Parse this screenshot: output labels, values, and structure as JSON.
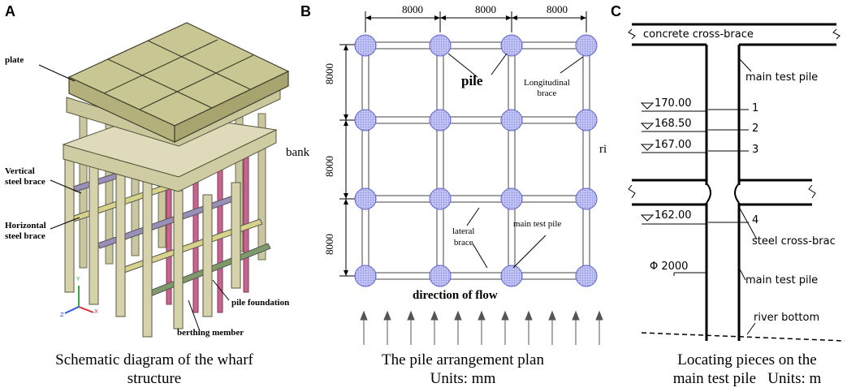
{
  "panel_a": {
    "letter": "A",
    "labels": {
      "plate": "plate",
      "vertical_brace_1": "Vertical",
      "vertical_brace_2": "steel brace",
      "horizontal_brace_1": "Horizontal",
      "horizontal_brace_2": "steel brace",
      "pile_foundation": "pile foundation",
      "berthing_member": "berthing member",
      "axis_x": "X",
      "axis_y": "Y",
      "axis_z": "Z"
    },
    "caption_line1": "Schematic diagram of the wharf",
    "caption_line2": "structure"
  },
  "panel_b": {
    "letter": "B",
    "dim_top": [
      "8000",
      "8000",
      "8000"
    ],
    "dim_left": [
      "8000",
      "8000",
      "8000"
    ],
    "bank": "bank",
    "river_partial": "ri",
    "pile": "pile",
    "longitudinal_1": "Longitudinal",
    "longitudinal_2": "brace",
    "lateral_1": "lateral",
    "lateral_2": "brace",
    "main_test_pile": "main test pile",
    "direction_of_flow": "direction of flow",
    "caption_line1": "The pile arrangement plan",
    "caption_line2": "Units: mm"
  },
  "panel_c": {
    "letter": "C",
    "concrete_cross_brace": "concrete cross-brace",
    "main_test_pile_top": "main test pile",
    "elevations": [
      {
        "value": "170.00",
        "index": "1"
      },
      {
        "value": "168.50",
        "index": "2"
      },
      {
        "value": "167.00",
        "index": "3"
      },
      {
        "value": "162.00",
        "index": "4"
      }
    ],
    "steel_cross_brace": "steel cross-brac",
    "diameter": "Φ 2000",
    "main_test_pile_bottom": "main test pile",
    "river_bottom": "river bottom",
    "caption_line1": "Locating pieces on the",
    "caption_line2": "main test pile   Units: m"
  }
}
